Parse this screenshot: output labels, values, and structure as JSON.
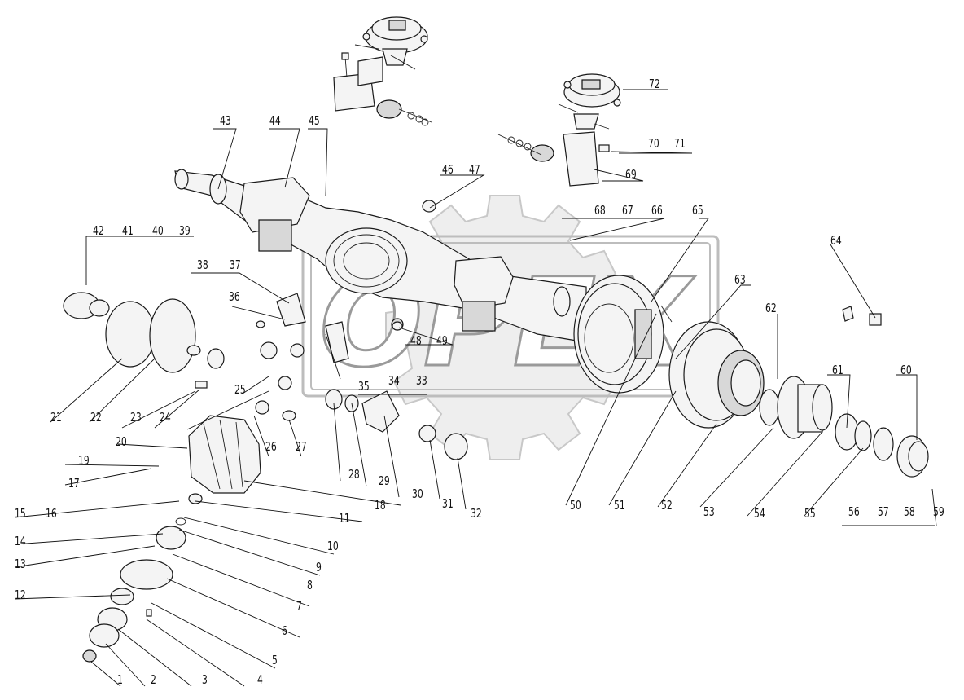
{
  "diagram": {
    "watermark": "OPEX",
    "callouts": [
      "1",
      "2",
      "3",
      "4",
      "5",
      "6",
      "7",
      "8",
      "9",
      "10",
      "11",
      "12",
      "13",
      "14",
      "15",
      "16",
      "17",
      "18",
      "19",
      "20",
      "21",
      "22",
      "23",
      "24",
      "25",
      "26",
      "27",
      "28",
      "29",
      "30",
      "31",
      "32",
      "33",
      "34",
      "35",
      "36",
      "37",
      "38",
      "39",
      "40",
      "41",
      "42",
      "43",
      "44",
      "45",
      "46",
      "47",
      "48",
      "49",
      "50",
      "51",
      "52",
      "53",
      "54",
      "55",
      "56",
      "57",
      "58",
      "59",
      "60",
      "61",
      "62",
      "63",
      "64",
      "65",
      "66",
      "67",
      "68",
      "69",
      "70",
      "71",
      "72"
    ]
  }
}
